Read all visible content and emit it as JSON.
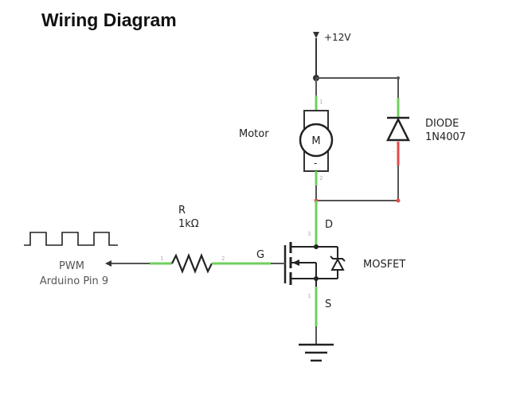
{
  "title": "Wiring Diagram",
  "supply": {
    "label": "+12V"
  },
  "motor": {
    "label": "Motor",
    "symbol": "M",
    "plus": "+",
    "minus": "-"
  },
  "diode": {
    "label": "DIODE",
    "part": "1N4007"
  },
  "resistor": {
    "name": "R",
    "value": "1kΩ"
  },
  "pwm": {
    "label": "PWM",
    "source": "Arduino Pin 9"
  },
  "mosfet": {
    "label": "MOSFET",
    "gate": "G",
    "drain": "D",
    "source": "S"
  },
  "colors": {
    "pin_active": "#6fcf5e",
    "pin_cathode": "#e24a4a",
    "wire": "#555555"
  },
  "icons": {
    "ground": "ground-icon",
    "motor": "motor-icon",
    "diode": "diode-icon",
    "mosfet": "mosfet-icon",
    "pwm_wave": "square-wave-icon"
  }
}
